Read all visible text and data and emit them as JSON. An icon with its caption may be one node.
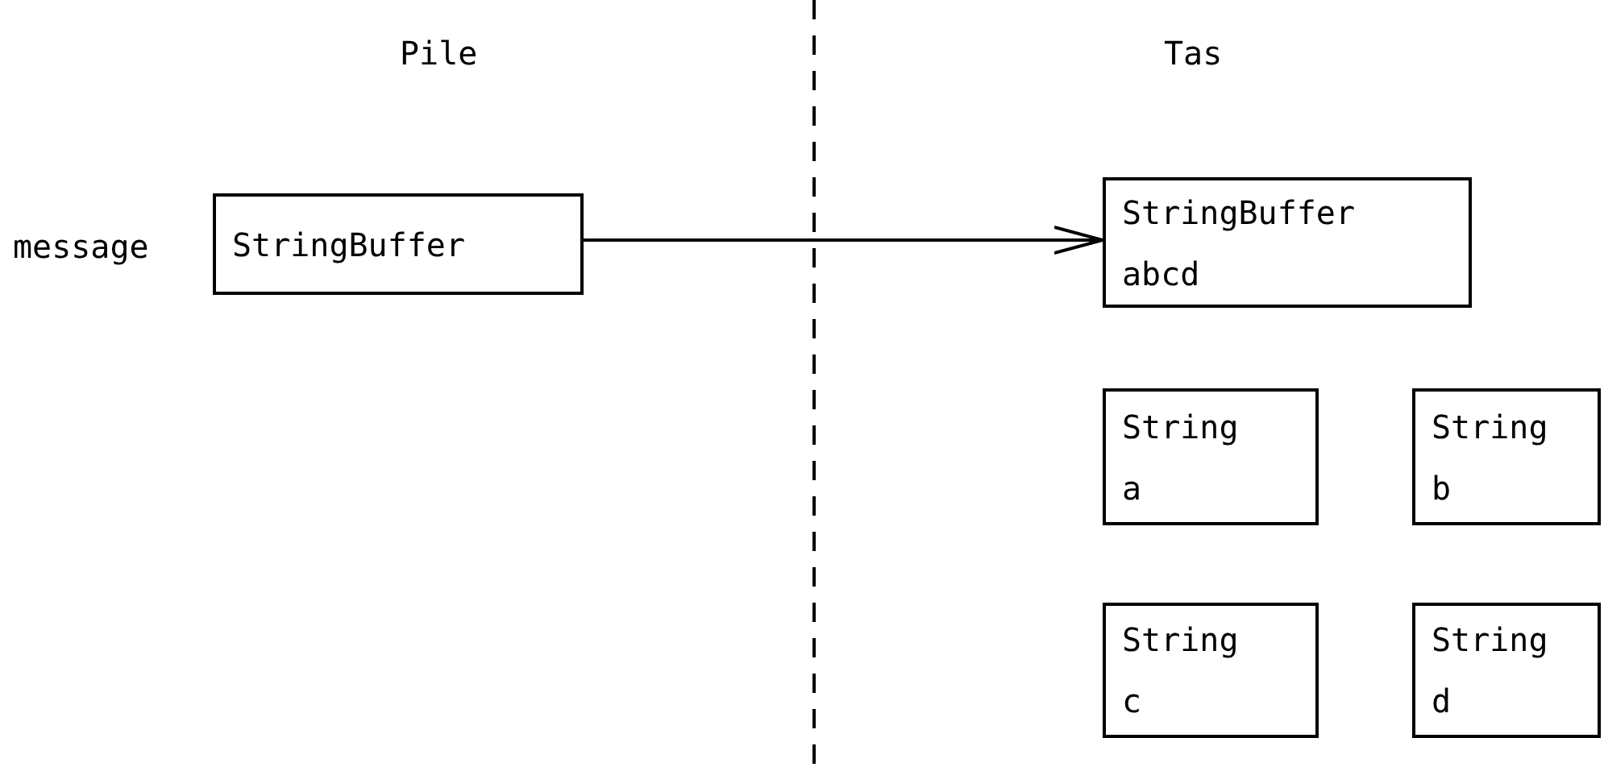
{
  "diagram": {
    "nodes": [
      {
        "text": [
          "StringBuffer"
        ],
        "beside": [
          "message"
        ]
      },
      {
        "text": [
          "StringBuffer",
          "abcd"
        ]
      },
      {
        "text": [
          "String",
          "a"
        ]
      },
      {
        "text": [
          "String",
          "b"
        ]
      },
      {
        "text": [
          "String",
          "c"
        ]
      },
      {
        "text": [
          "String",
          "d"
        ]
      }
    ],
    "edges": [
      {
        "from": 0,
        "to": 1,
        "arrow": "to"
      }
    ],
    "labels": [
      "Pile",
      "Tas"
    ]
  }
}
